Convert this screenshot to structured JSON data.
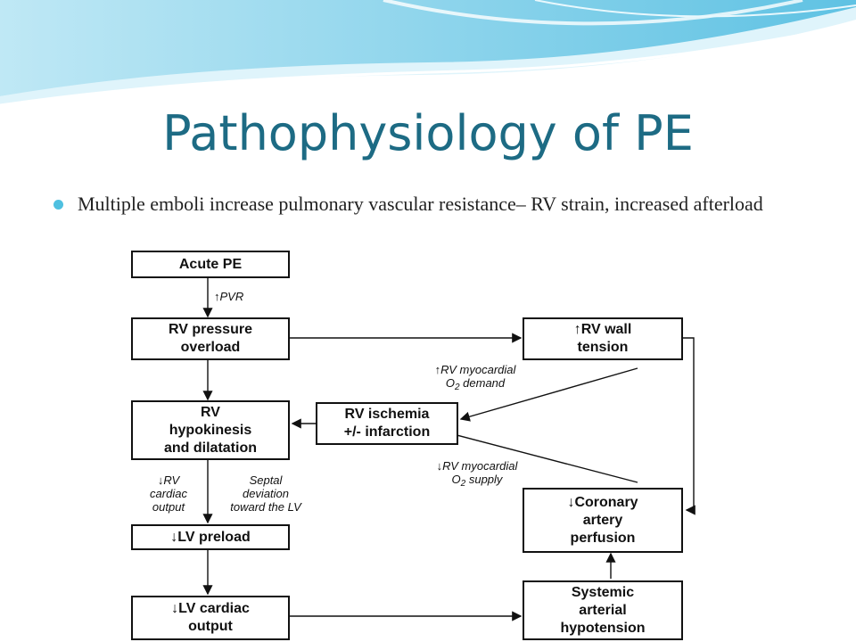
{
  "title": "Pathophysiology of PE",
  "bullet": "Multiple emboli increase pulmonary vascular resistance– RV strain, increased afterload",
  "diagram": {
    "boxes": {
      "acute_pe": "Acute PE",
      "rv_pressure": "RV pressure\noverload",
      "rv_wall": "↑RV wall\ntension",
      "rv_hypokinesis": "RV\nhypokinesis\nand dilatation",
      "rv_ischemia": "RV ischemia\n+/- infarction",
      "lv_preload": "↓LV preload",
      "coronary": "↓Coronary\nartery\nperfusion",
      "lv_output": "↓LV cardiac\noutput",
      "hypotension": "Systemic\narterial\nhypotension"
    },
    "labels": {
      "pvr": "↑PVR",
      "o2_demand_1": "↑RV myocardial",
      "o2_demand_2": "O",
      "o2_demand_sub": "2",
      "o2_demand_3": " demand",
      "o2_supply_1": "↓RV myocardial",
      "o2_supply_2": "O",
      "o2_supply_sub": "2",
      "o2_supply_3": " supply",
      "rv_output": "↓RV\ncardiac\noutput",
      "septal": "Septal\ndeviation\ntoward the LV"
    }
  },
  "colors": {
    "title": "#1d6b84",
    "bullet": "#4fc0e0",
    "wave_dark": "#7fcfe8",
    "wave_light": "#cdeef8"
  }
}
